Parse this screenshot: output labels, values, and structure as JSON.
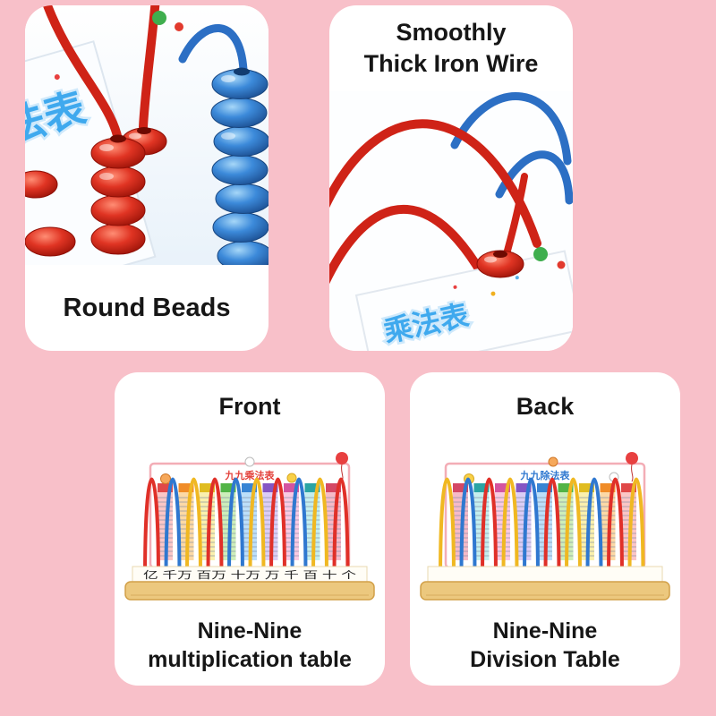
{
  "cards": {
    "round_beads": {
      "label": "Round Beads",
      "board_text": "法表"
    },
    "iron_wire": {
      "label_line1": "Smoothly",
      "label_line2": "Thick Iron Wire",
      "board_text": "乘法表"
    },
    "front": {
      "label": "Front",
      "caption_line1": "Nine-Nine",
      "caption_line2": "multiplication table",
      "board_title": "九九乘法表",
      "place_values": "亿 千万 百万 十万 万 千 百 十 个"
    },
    "back": {
      "label": "Back",
      "caption_line1": "Nine-Nine",
      "caption_line2": "Division Table",
      "board_title": "九九除法表"
    }
  },
  "colors": {
    "page_background": "#f8c0c9",
    "card_background": "#ffffff",
    "text": "#161616",
    "bead_red": "#d6281e",
    "bead_blue": "#2e7fd9",
    "wire_red": "#cf2317",
    "wire_blue": "#2c6fc4",
    "wire_yellow": "#f0b822",
    "wood_base": "#ecc87e",
    "board_text_blue": "#3fa9ee"
  }
}
